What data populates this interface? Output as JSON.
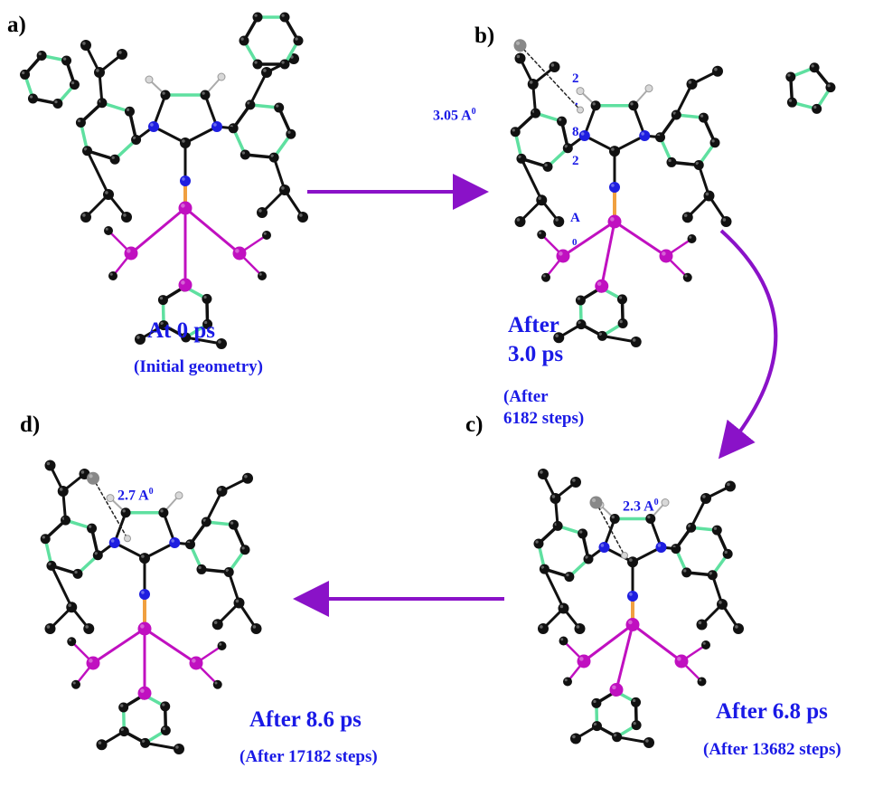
{
  "panels": {
    "a": {
      "label": "a)",
      "time": "At 0 ps",
      "note": "(Initial geometry)"
    },
    "b": {
      "label": "b)",
      "time_line1": "After",
      "time_line2": "3.0 ps",
      "note_line1": "(After",
      "note_line2": "6182 steps)",
      "distance_1": "3.05 A",
      "distance_1_sup": "0",
      "distance_2_chars": [
        "2",
        ".",
        "8",
        "2",
        "A",
        "0"
      ]
    },
    "c": {
      "label": "c)",
      "time": "After 6.8 ps",
      "note": "(After 13682 steps)",
      "distance": "2.3 A",
      "distance_sup": "0"
    },
    "d": {
      "label": "d)",
      "time": "After 8.6 ps",
      "note": "(After 17182 steps)",
      "distance": "2.7 A",
      "distance_sup": "0"
    }
  },
  "colors": {
    "carbon": "#111111",
    "nitrogen": "#1e1ee0",
    "phosphorus": "#c010c0",
    "hydrogen": "#d8d8d8",
    "aromatic_bond": "#5fe0a0",
    "arrow": "#8a12c8",
    "text_blue": "#1a1ae6",
    "orange_bond": "#f0a040"
  }
}
